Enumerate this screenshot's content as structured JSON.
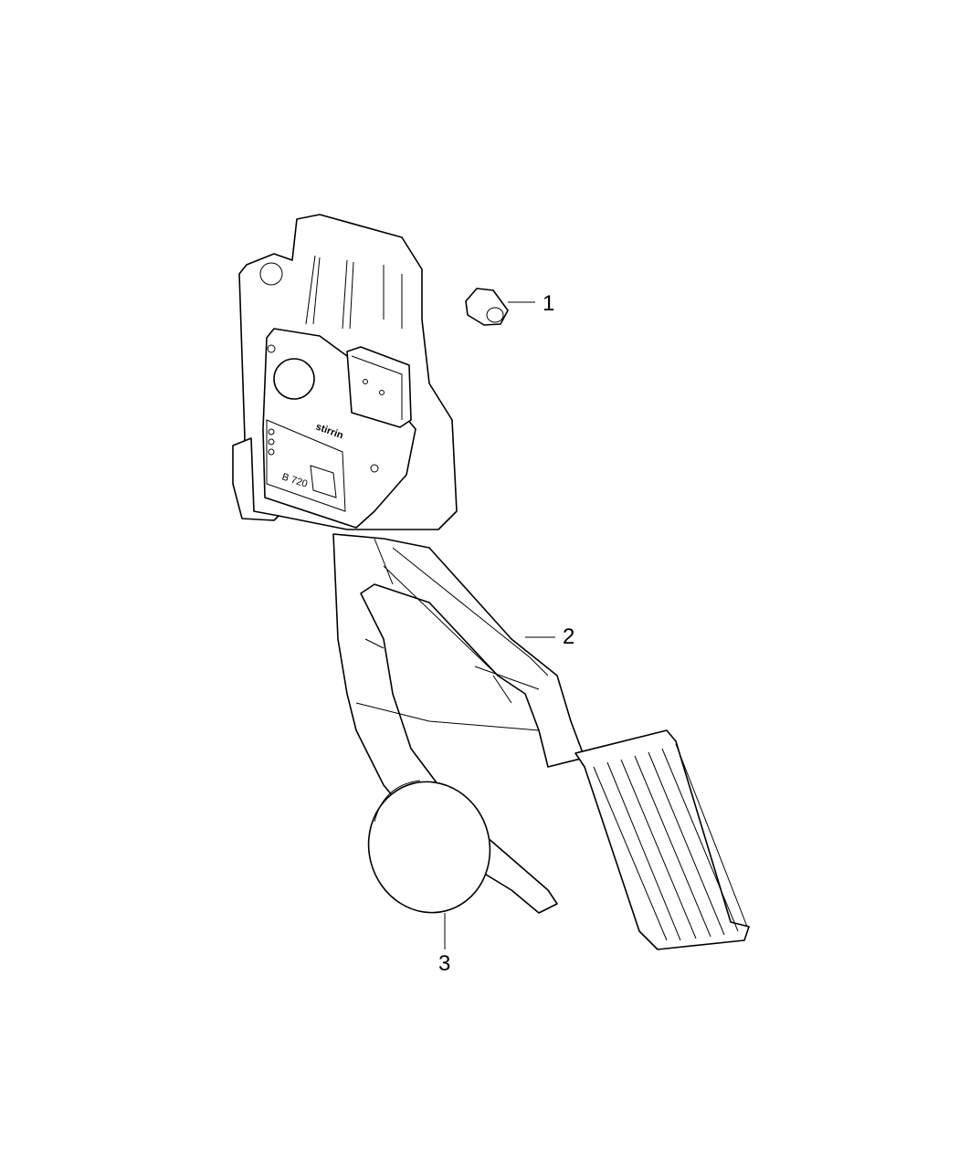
{
  "diagram": {
    "callouts": [
      {
        "number": "1",
        "part": "nut"
      },
      {
        "number": "2",
        "part": "accelerator-pedal-assembly"
      },
      {
        "number": "3",
        "part": "pad"
      }
    ],
    "housing_marking": "B  720",
    "logo_text": "stirrin"
  }
}
